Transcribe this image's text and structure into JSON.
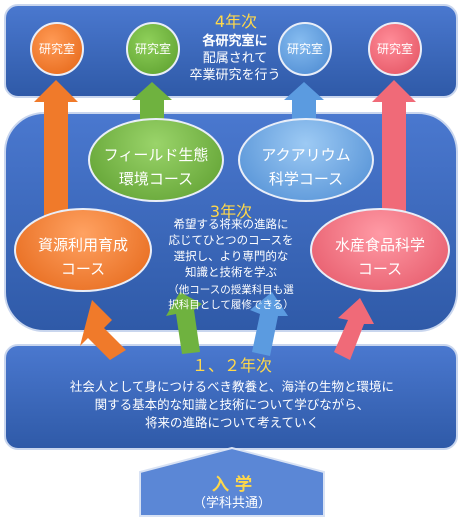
{
  "year4": {
    "title": "4年次",
    "desc_lines": [
      "各研究室に",
      "配属されて",
      "卒業研究を行う"
    ],
    "labs": [
      "研究室",
      "研究室",
      "研究室",
      "研究室"
    ]
  },
  "year3": {
    "title": "3年次",
    "desc_lines": [
      "希望する将来の進路に",
      "応じてひとつのコースを",
      "選択し、より専門的な",
      "知識と技術を学ぶ",
      "（他コースの授業科目も選",
      "択科目として履修できる）"
    ],
    "courses": {
      "field": [
        "フィールド生態",
        "環境コース"
      ],
      "aqua": [
        "アクアリウム",
        "科学コース"
      ],
      "resource": [
        "資源利用育成",
        "コース"
      ],
      "food": [
        "水産食品科学",
        "コース"
      ]
    }
  },
  "year12": {
    "title": "１、２年次",
    "desc_lines": [
      "社会人として身につけるべき教養と、海洋の生物と環境に",
      "関する基本的な知識と技術について学びながら、",
      "将来の進路について考えていく"
    ]
  },
  "entry": {
    "title": "入 学",
    "sub": "（学科共通）"
  },
  "colors": {
    "orange": "#f07a2a",
    "green": "#6fb23f",
    "blue": "#5b9be0",
    "pink": "#f06a78",
    "yellow": "#ffd84a"
  }
}
